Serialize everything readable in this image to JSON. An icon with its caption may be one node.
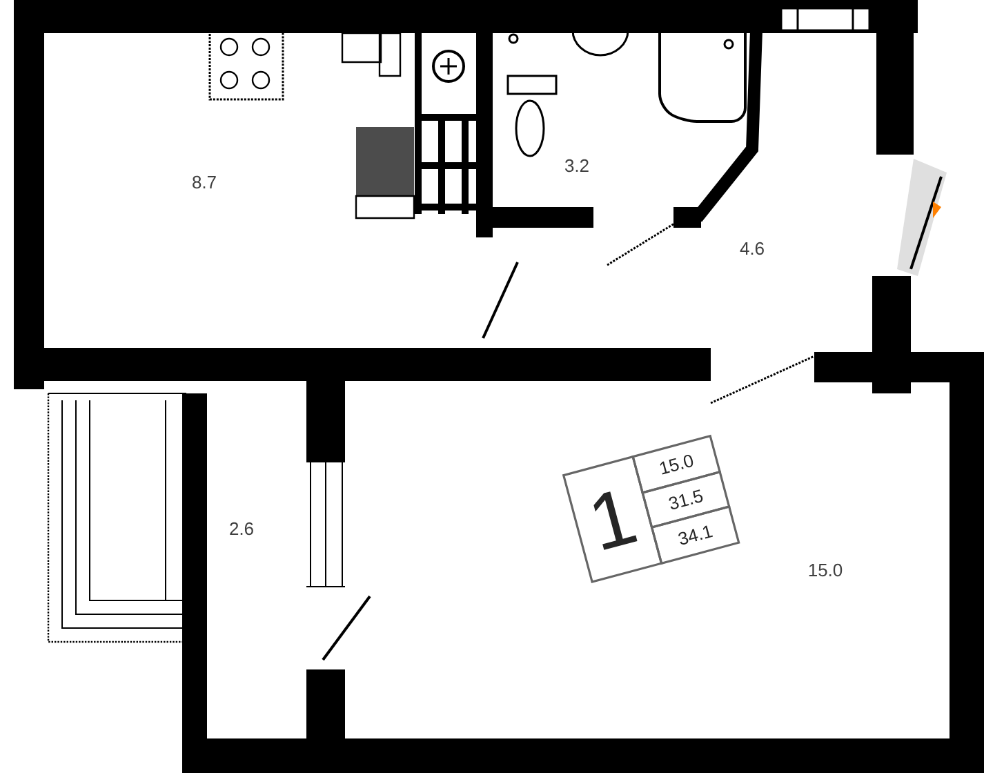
{
  "diagram": {
    "labels": [
      "8.7",
      "3.2",
      "4.6",
      "2.6",
      "15.0",
      "1",
      "15.0",
      "31.5",
      "34.1"
    ]
  }
}
